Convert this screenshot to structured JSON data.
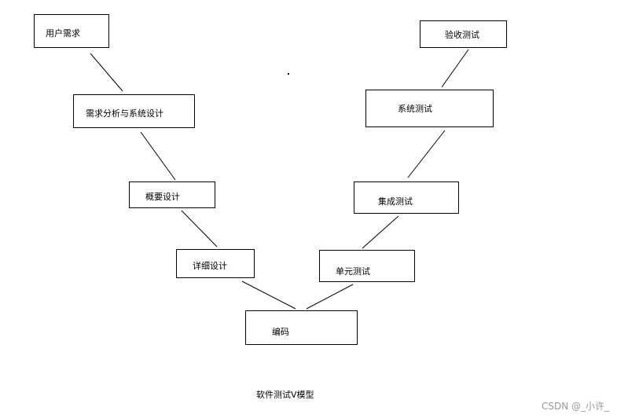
{
  "diagram": {
    "nodes": {
      "user_requirements": "用户需求",
      "requirements_analysis": "需求分析与系统设计",
      "overview_design": "概要设计",
      "detailed_design": "详细设计",
      "coding": "编码",
      "unit_testing": "单元测试",
      "integration_testing": "集成测试",
      "system_testing": "系统测试",
      "acceptance_testing": "验收测试"
    },
    "caption": "软件测试V模型",
    "line_color": "#000000"
  },
  "watermark": "CSDN @_小许_"
}
